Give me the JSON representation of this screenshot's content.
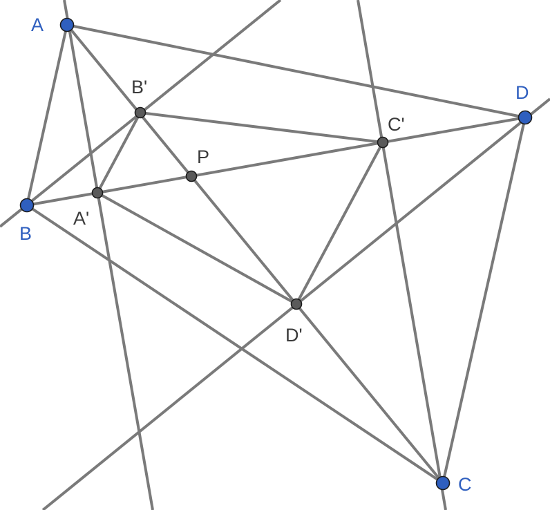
{
  "colors": {
    "line": "#7a7a7a",
    "free_point": "#2f5fbf",
    "dependent_point": "#5a5a5a",
    "free_label": "#2f5fbf",
    "dependent_label": "#3b3b3b"
  },
  "points": {
    "A": {
      "label": "A",
      "kind": "free"
    },
    "B": {
      "label": "B",
      "kind": "free"
    },
    "C": {
      "label": "C",
      "kind": "free"
    },
    "D": {
      "label": "D",
      "kind": "free"
    },
    "Ap": {
      "label": "A'",
      "kind": "dependent"
    },
    "Bp": {
      "label": "B'",
      "kind": "dependent"
    },
    "Cp": {
      "label": "C'",
      "kind": "dependent"
    },
    "Dp": {
      "label": "D'",
      "kind": "dependent"
    },
    "P": {
      "label": "P",
      "kind": "dependent"
    }
  }
}
